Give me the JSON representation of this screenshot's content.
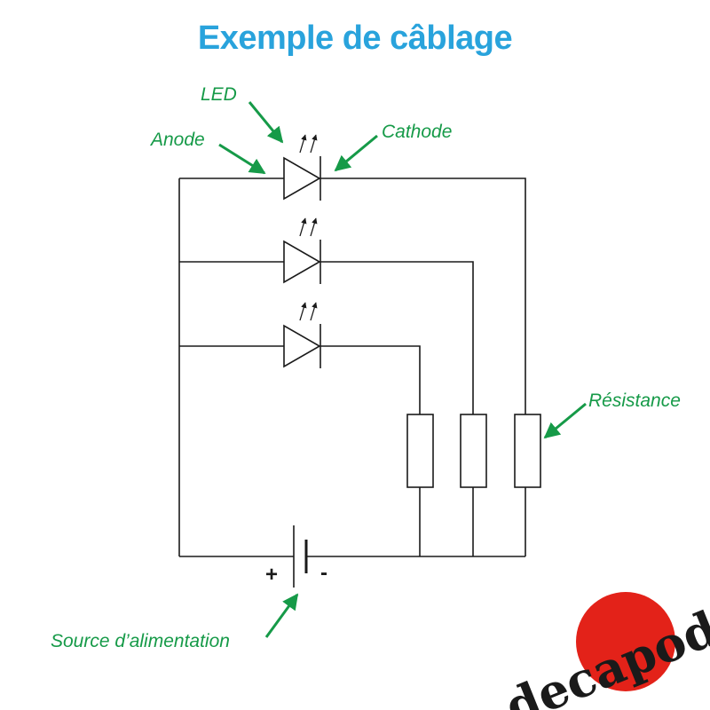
{
  "title": "Exemple de câblage",
  "labels": {
    "led": "LED",
    "anode": "Anode",
    "cathode": "Cathode",
    "resistance": "Résistance",
    "source": "Source d’alimentation"
  },
  "battery": {
    "plus": "+",
    "minus": "-"
  },
  "logo": {
    "text": "decapod"
  },
  "colors": {
    "title": "#29a3dc",
    "labels": "#169a48",
    "wire": "#1a1a1a",
    "logo_circle": "#e32219",
    "logo_text": "#1a1a1a"
  }
}
